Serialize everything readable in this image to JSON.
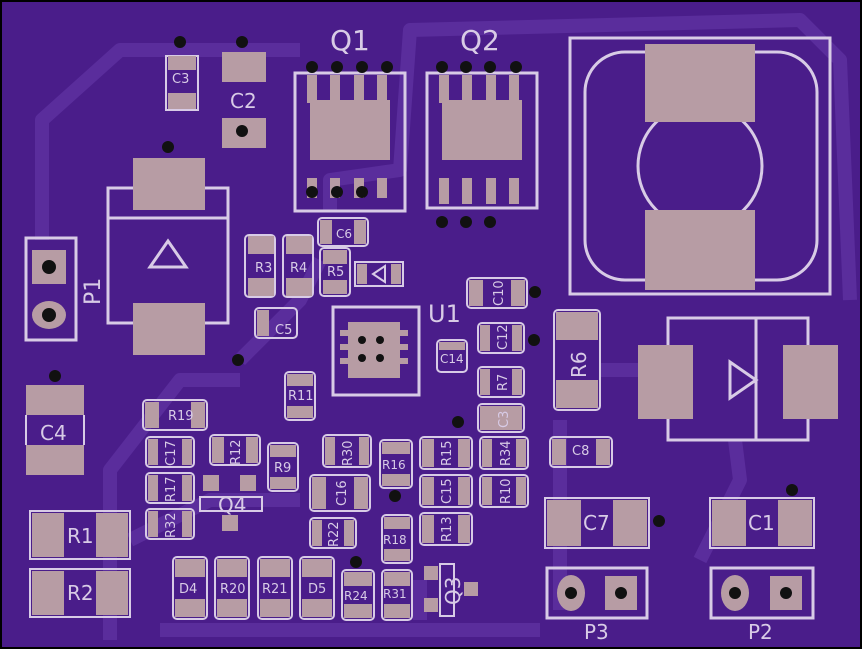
{
  "colors": {
    "board": "#4a1d8a",
    "trace": "#5b2e9e",
    "pad": "#b79ca4",
    "silk": "#d8cbe6",
    "drill": "#111111"
  },
  "refs": {
    "q1": "Q1",
    "q2": "Q2",
    "c3": "C3",
    "c2": "C2",
    "p1": "P1",
    "r3": "R3",
    "r4": "R4",
    "r5": "R5",
    "c6": "C6",
    "c5": "C5",
    "u1": "U1",
    "c10": "C10",
    "c12": "C12",
    "c14": "C14",
    "r6": "R6",
    "r7": "R7",
    "c3b": "C3",
    "r11": "R11",
    "c4": "C4",
    "r19": "R19",
    "c17": "C17",
    "r12": "R12",
    "r9": "R9",
    "r30": "R30",
    "r16": "R16",
    "r15": "R15",
    "r34": "R34",
    "c8": "C8",
    "r17": "R17",
    "q4": "Q4",
    "c16": "C16",
    "c15": "C15",
    "r10": "R10",
    "r32": "R32",
    "r22": "R22",
    "r18": "R18",
    "r13": "R13",
    "c7": "C7",
    "c1": "C1",
    "r1": "R1",
    "r2": "R2",
    "d4": "D4",
    "r20": "R20",
    "r21": "R21",
    "d5": "D5",
    "r24": "R24",
    "r31": "R31",
    "q3": "Q3",
    "p3": "P3",
    "p2": "P2"
  }
}
